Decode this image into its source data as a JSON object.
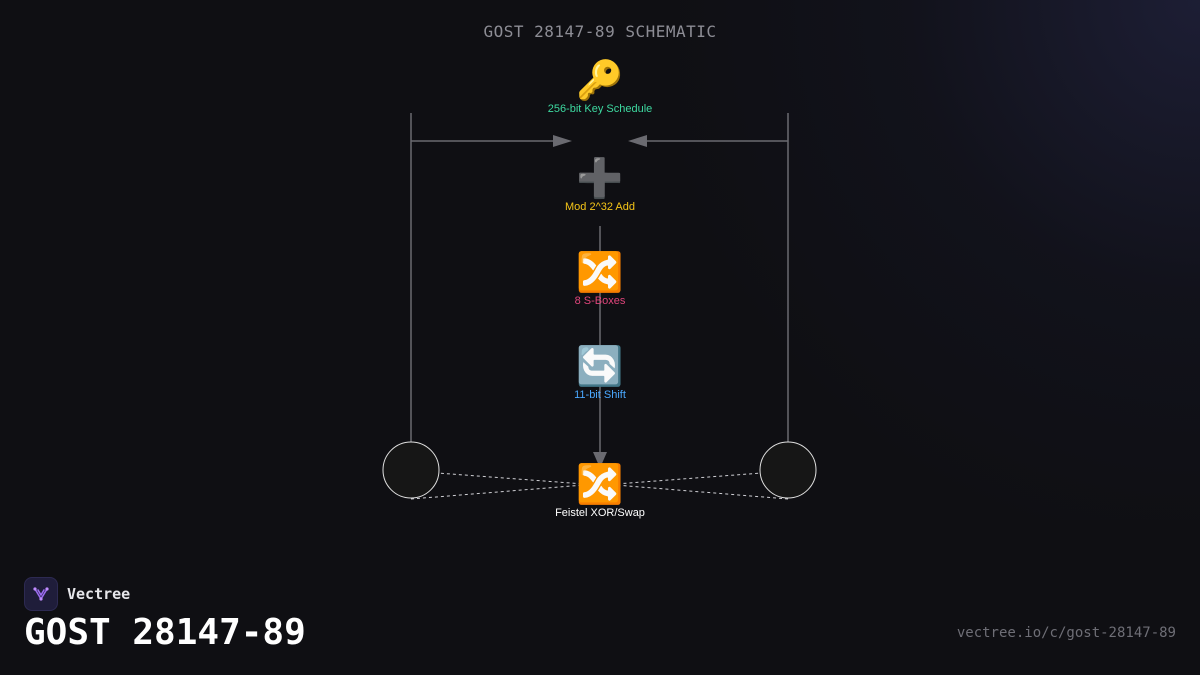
{
  "diagram": {
    "title": "GOST 28147-89 SCHEMATIC",
    "nodes": {
      "key_schedule": {
        "label": "256-bit Key Schedule",
        "icon": "key-icon",
        "color": "#3dd9a0"
      },
      "mod_add": {
        "label": "Mod 2^32 Add",
        "icon": "plus-icon",
        "color": "#f5c518"
      },
      "sboxes": {
        "label": "8 S-Boxes",
        "icon": "shuffle-icon",
        "color": "#e0457b"
      },
      "shift": {
        "label": "11-bit Shift",
        "icon": "rotate-arrows-icon",
        "color": "#4aa8ff"
      },
      "feistel": {
        "label": "Feistel XOR/Swap",
        "icon": "shuffle-icon",
        "color": "#ffffff"
      }
    }
  },
  "footer": {
    "brand_name": "Vectree",
    "page_title": "GOST 28147-89",
    "url": "vectree.io/c/gost-28147-89"
  }
}
